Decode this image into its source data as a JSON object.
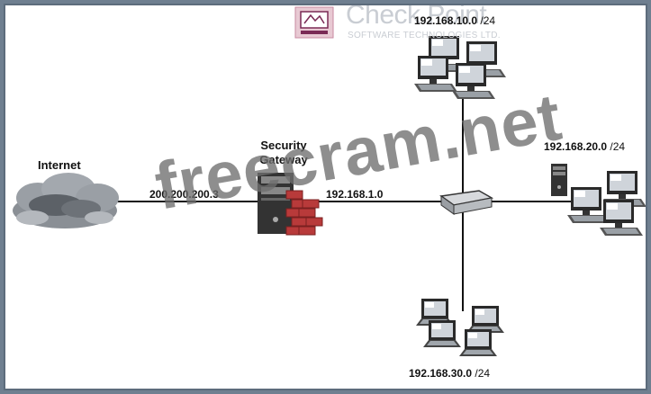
{
  "logo": {
    "name": "Check Point",
    "tagline": "SOFTWARE TECHNOLOGIES LTD.",
    "color": "#c9cdd3"
  },
  "watermark": "freecram.net",
  "nodes": {
    "internet": {
      "label": "Internet",
      "icon": "cloud-icon"
    },
    "gateway": {
      "label_line1": "Security",
      "label_line2": "Gateway",
      "icon": "firewall-server-icon"
    },
    "switch": {
      "icon": "network-switch-icon"
    },
    "lan10": {
      "address": "192.168.10.0",
      "mask": "/24",
      "icon": "desktop-computers-icon"
    },
    "lan20": {
      "address": "192.168.20.0",
      "mask": "/24",
      "icon": "desktop-computers-icon"
    },
    "lan30": {
      "address": "192.168.30.0",
      "mask": "/24",
      "icon": "laptop-computers-icon"
    }
  },
  "links": {
    "external_ip": "200.200.200.3",
    "internal_ip": "192.168.1.0"
  },
  "colors": {
    "background": "#6f7f90",
    "line": "#111111",
    "brick": "#b83a3a"
  }
}
